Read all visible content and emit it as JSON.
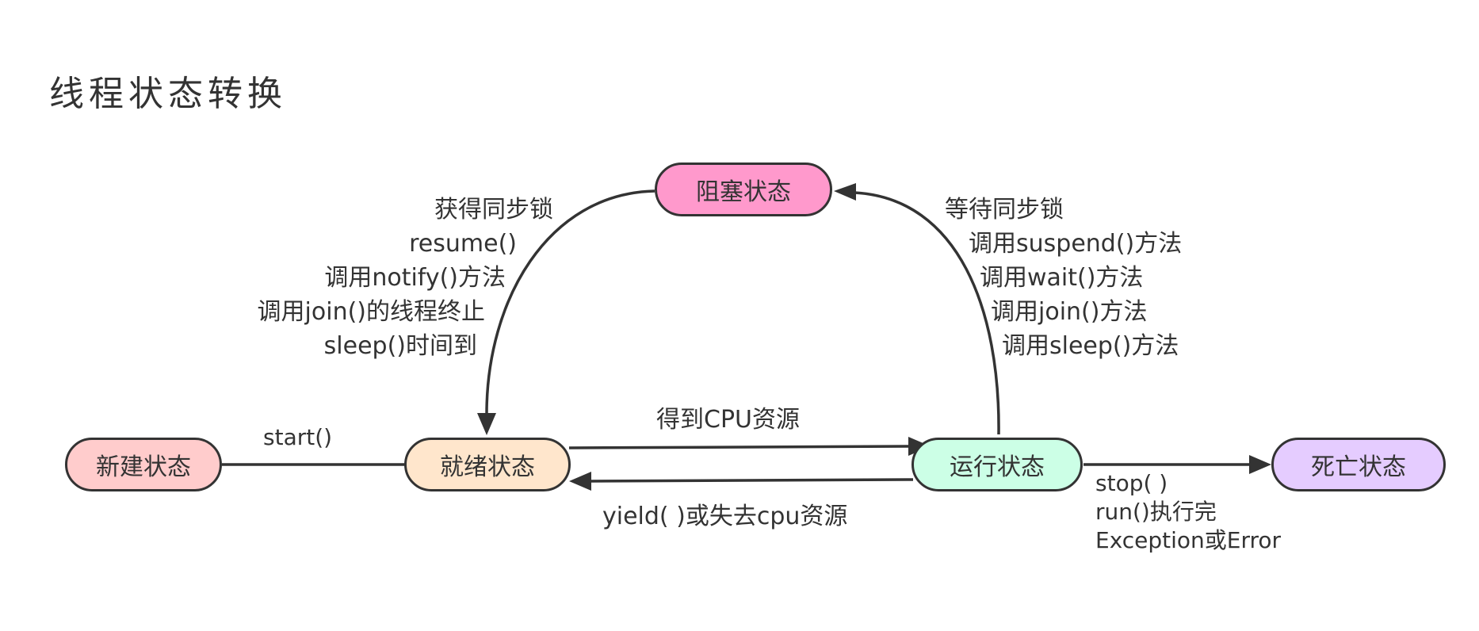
{
  "title": "线程状态转换",
  "colors": {
    "stroke": "#333333",
    "new": "#ffcccc",
    "ready": "#ffe6cc",
    "blocked": "#ff99cc",
    "running": "#ccffe6",
    "dead": "#e5ccff"
  },
  "nodes": {
    "new": "新建状态",
    "ready": "就绪状态",
    "blocked": "阻塞状态",
    "running": "运行状态",
    "dead": "死亡状态"
  },
  "edges": {
    "new_to_ready": {
      "label": "start()"
    },
    "ready_to_running": {
      "label": "得到CPU资源"
    },
    "running_to_ready": {
      "label": "yield( )或失去cpu资源"
    },
    "running_to_blocked": {
      "lines": [
        "等待同步锁",
        "调用suspend()方法",
        "调用wait()方法",
        "调用join()方法",
        "调用sleep()方法"
      ]
    },
    "blocked_to_ready": {
      "lines": [
        "获得同步锁",
        "resume()",
        "调用notify()方法",
        "调用join()的线程终止",
        "sleep()时间到"
      ]
    },
    "running_to_dead": {
      "lines": [
        "stop( )",
        "run()执行完",
        "Exception或Error"
      ]
    }
  }
}
